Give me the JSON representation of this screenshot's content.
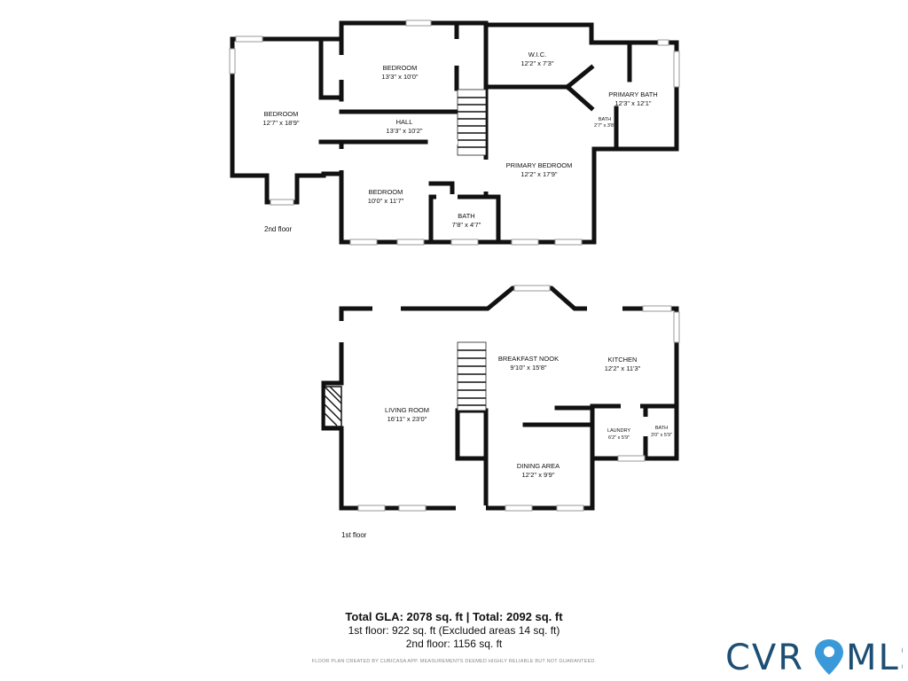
{
  "floor_plan": {
    "second_floor": {
      "label": "2nd floor",
      "rooms": [
        {
          "name": "BEDROOM",
          "dims": "12'7\" x 18'9\""
        },
        {
          "name": "BEDROOM",
          "dims": "13'3\" x 10'0\""
        },
        {
          "name": "W.I.C.",
          "dims": "12'2\" x 7'3\""
        },
        {
          "name": "PRIMARY BATH",
          "dims": "12'3\" x 12'1\""
        },
        {
          "name": "BATH",
          "dims": "2'7\" x 3'8\""
        },
        {
          "name": "HALL",
          "dims": "13'3\" x 10'2\""
        },
        {
          "name": "PRIMARY BEDROOM",
          "dims": "12'2\" x 17'9\""
        },
        {
          "name": "BEDROOM",
          "dims": "10'0\" x 11'7\""
        },
        {
          "name": "BATH",
          "dims": "7'8\" x 4'7\""
        }
      ]
    },
    "first_floor": {
      "label": "1st floor",
      "rooms": [
        {
          "name": "BREAKFAST NOOK",
          "dims": "9'10\" x 15'8\""
        },
        {
          "name": "KITCHEN",
          "dims": "12'2\" x 11'3\""
        },
        {
          "name": "LIVING ROOM",
          "dims": "16'11\" x 23'0\""
        },
        {
          "name": "LAUNDRY",
          "dims": "6'2\" x 5'9\""
        },
        {
          "name": "BATH",
          "dims": "3'0\" x 5'9\""
        },
        {
          "name": "DINING AREA",
          "dims": "12'2\" x 9'9\""
        }
      ]
    }
  },
  "summary": {
    "total": "Total GLA: 2078 sq. ft | Total: 2092 sq. ft",
    "first_floor": "1st floor: 922 sq. ft (Excluded areas 14 sq. ft)",
    "second_floor": "2nd floor: 1156 sq. ft",
    "disclaimer": "FLOOR PLAN CREATED BY CUBICASA APP. MEASUREMENTS DEEMED HIGHLY RELIABLE BUT NOT GUARANTEED."
  },
  "logo": {
    "text": "CVRMLS",
    "color": "#1d4e73",
    "icon": "map-pin-icon"
  }
}
